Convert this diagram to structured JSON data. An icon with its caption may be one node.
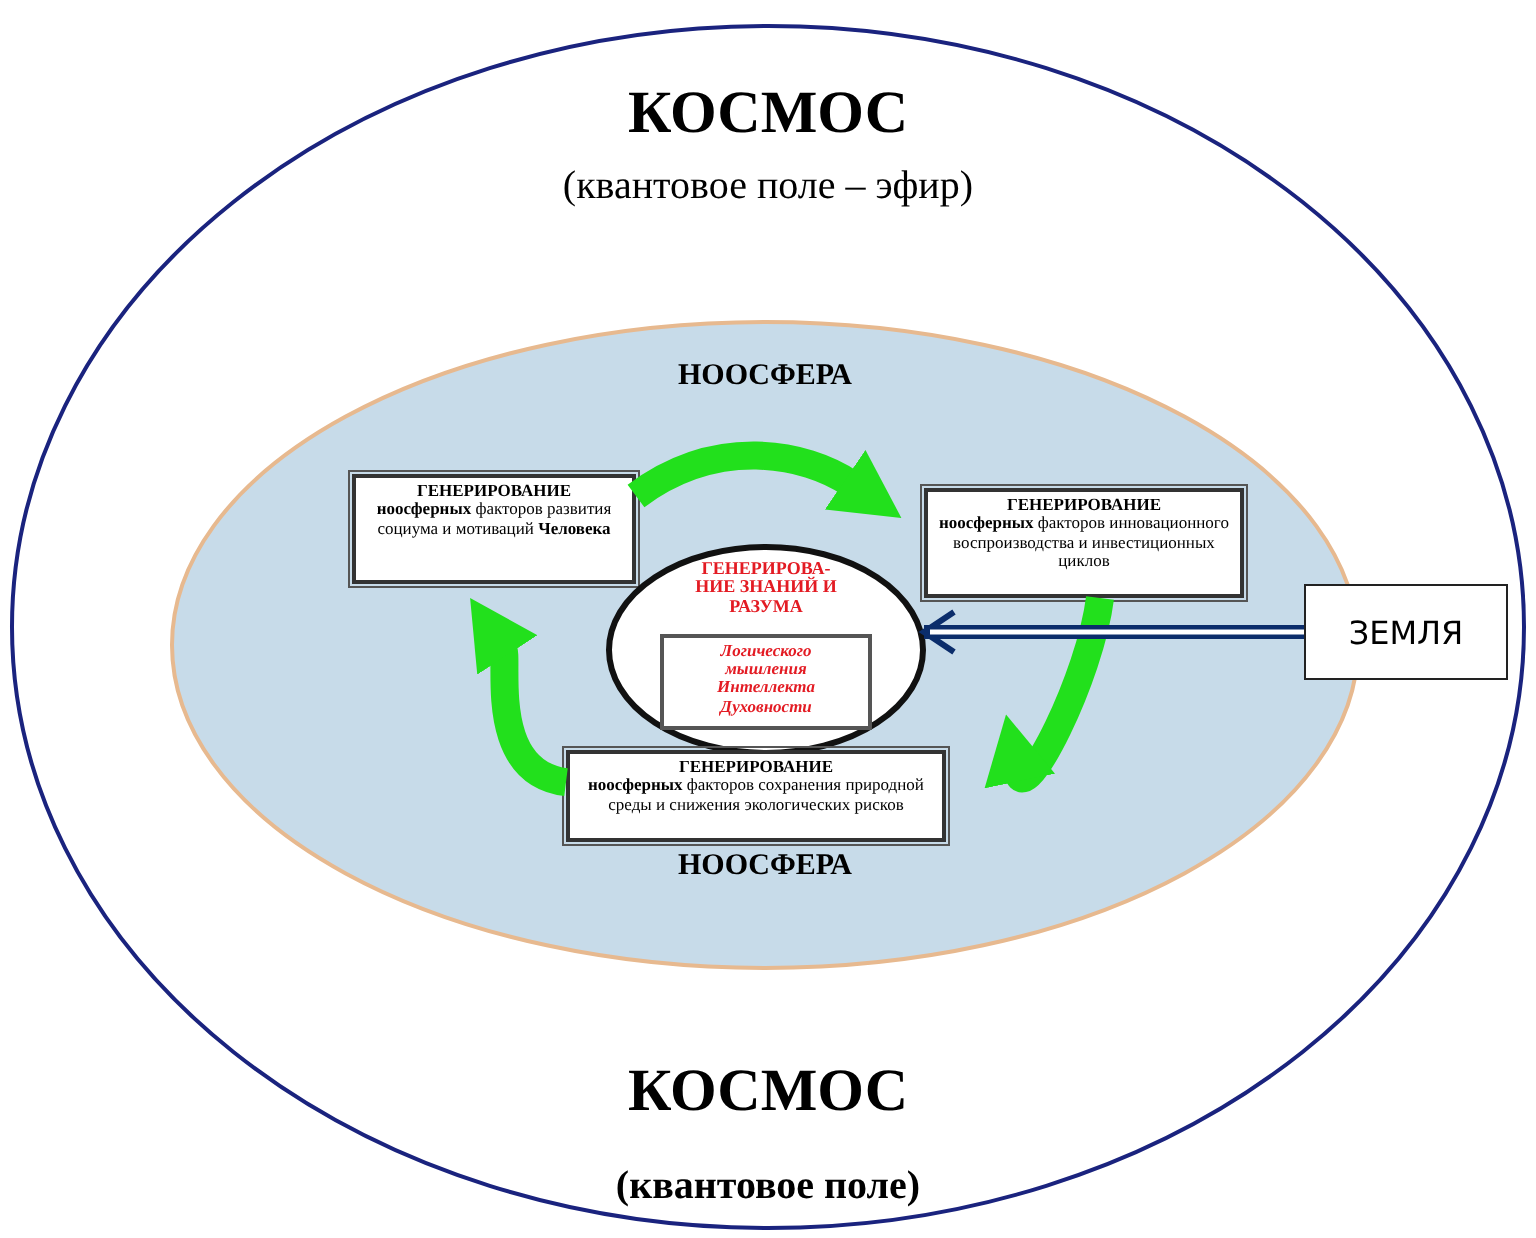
{
  "diagram": {
    "nodes": [
      {
        "text": [
          "КОСМОС",
          "(квантовое поле – эфир)",
          "КОСМОС",
          "(квантовое поле)"
        ]
      },
      {
        "text": [
          "НООСФЕРА",
          "НООСФЕРА"
        ],
        "in": 0
      },
      {
        "text": [
          "ГЕНЕРИРОВАНИЕ",
          "**ноосферных** факторов развития социума и мотиваций **Человека**"
        ],
        "in": 1
      },
      {
        "text": [
          "ГЕНЕРИРОВАНИЕ",
          "**ноосферных** факторов инновационного воспроизводства и инвестиционных циклов"
        ],
        "in": 1
      },
      {
        "text": [
          "ГЕНЕРИРОВА-НИЕ ЗНАНИЙ И РАЗУМА"
        ],
        "in": 1
      },
      {
        "text": [
          "Логического мышления Интеллекта Духовности"
        ],
        "in": 4
      },
      {
        "text": [
          "ГЕНЕРИРОВАНИЕ",
          "**ноосферных** факторов сохранения природной среды и снижения экологических рисков"
        ],
        "in": 1
      },
      {
        "text": [
          "ЗЕМЛЯ"
        ],
        "in": 0
      }
    ],
    "edges": [
      {
        "from": 2,
        "to": 3,
        "arrow": "to"
      },
      {
        "from": 3,
        "to": 6,
        "arrow": "to"
      },
      {
        "from": 6,
        "to": 2,
        "arrow": "to"
      },
      {
        "from": 7,
        "to": 4,
        "arrow": "to",
        "color": "#0b2d6b"
      }
    ]
  }
}
